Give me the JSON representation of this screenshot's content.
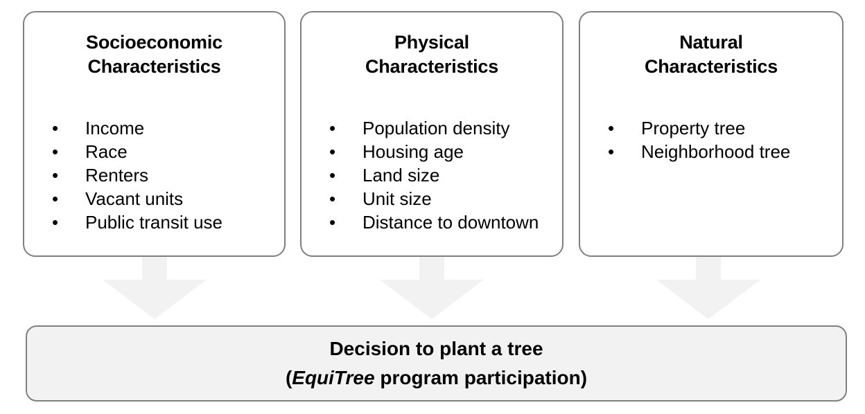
{
  "diagram": {
    "title": "Decision to plant a tree conceptual framework",
    "colors": {
      "box_border": "#7f7f7f",
      "box_fill": "#ffffff",
      "outcome_fill": "#f2f2f2",
      "arrow_fill": "#f2f2f2",
      "text": "#000000"
    },
    "categories": [
      {
        "id": "socioeconomic",
        "title": "Socioeconomic\nCharacteristics",
        "bullet_glyph": "•",
        "items": [
          "Income",
          "Race",
          "Renters",
          "Vacant units",
          "Public transit use"
        ]
      },
      {
        "id": "physical",
        "title": "Physical\nCharacteristics",
        "bullet_glyph": "•",
        "items": [
          "Population density",
          "Housing age",
          "Land size",
          "Unit size",
          "Distance to downtown"
        ]
      },
      {
        "id": "natural",
        "title": "Natural\nCharacteristics",
        "bullet_glyph": "•",
        "items": [
          "Property tree",
          "Neighborhood tree"
        ]
      }
    ],
    "arrows": [
      {
        "id": "arrow-socioeconomic",
        "direction": "down"
      },
      {
        "id": "arrow-physical",
        "direction": "down"
      },
      {
        "id": "arrow-natural",
        "direction": "down"
      }
    ],
    "outcome": {
      "line1": "Decision to plant a tree",
      "line2_prefix": "(",
      "line2_emphasis": "EquiTree",
      "line2_suffix": " program participation)"
    }
  }
}
